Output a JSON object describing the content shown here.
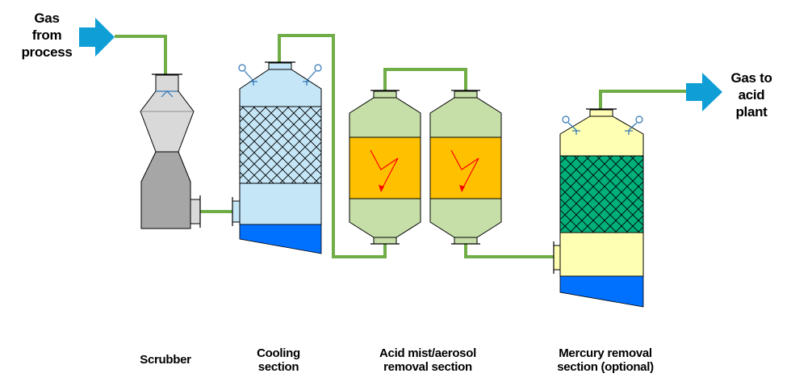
{
  "inlet": {
    "line1": "Gas",
    "line2": "from",
    "line3": "process"
  },
  "outlet": {
    "line1": "Gas to",
    "line2": "acid",
    "line3": "plant"
  },
  "stages": {
    "scrubber": {
      "line1": "Scrubber"
    },
    "cooling": {
      "line1": "Cooling",
      "line2": "section"
    },
    "acid_mist": {
      "line1": "Acid mist/aerosol",
      "line2": "removal section"
    },
    "mercury": {
      "line1": "Mercury removal",
      "line2": "section (optional)"
    }
  },
  "colors": {
    "pipe": "#70ad47",
    "arrow": "#0f9ed5",
    "scrubber_light": "#d9d9d9",
    "scrubber_dark": "#a6a6a6",
    "cooling_body": "#c5e6f7",
    "liquid": "#0070ff",
    "mist_body": "#c6dfa8",
    "mist_band": "#ffc000",
    "spark": "#ff0000",
    "mercury_body": "#ffffb3",
    "mercury_bed": "#00b07a"
  },
  "icons": [
    "arrow-in-icon",
    "arrow-out-icon",
    "spray-nozzle-icon",
    "electrode-spark-icon"
  ]
}
